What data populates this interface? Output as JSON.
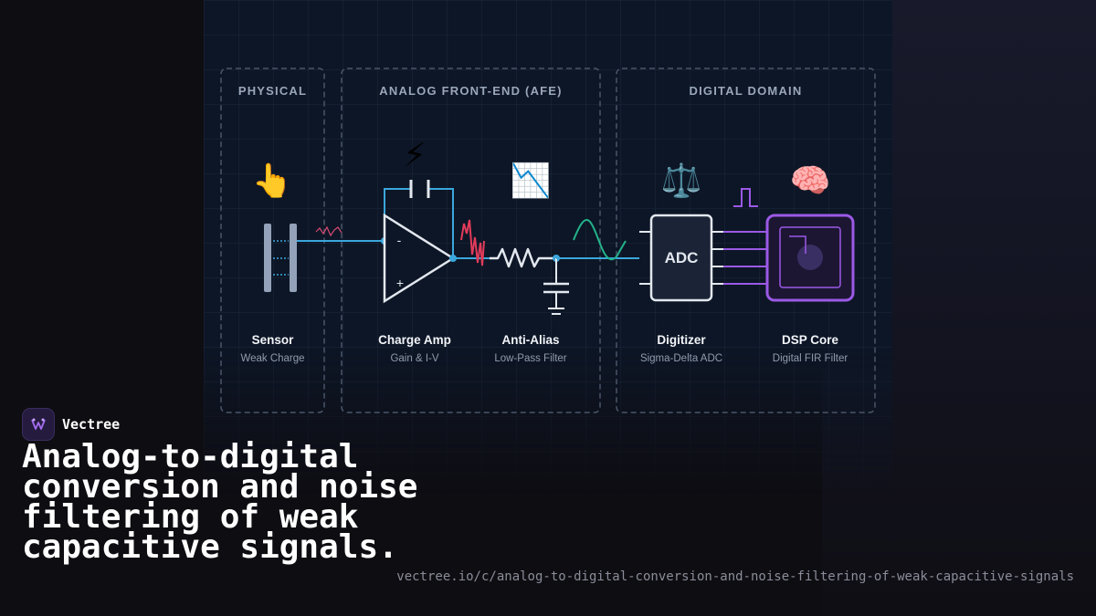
{
  "sections": {
    "physical": "PHYSICAL",
    "afe": "ANALOG FRONT-END (AFE)",
    "digital": "DIGITAL DOMAIN"
  },
  "stages": [
    {
      "label": "Sensor",
      "sublabel": "Weak Charge",
      "icon": "pointing-finger-icon",
      "emoji": "👆"
    },
    {
      "label": "Charge Amp",
      "sublabel": "Gain & I-V",
      "icon": "lightning-icon",
      "emoji": "⚡"
    },
    {
      "label": "Anti-Alias",
      "sublabel": "Low-Pass Filter",
      "icon": "chart-decreasing-icon",
      "emoji": "📉"
    },
    {
      "label": "Digitizer",
      "sublabel": "Sigma-Delta ADC",
      "icon": "balance-scale-icon",
      "emoji": "⚖️"
    },
    {
      "label": "DSP Core",
      "sublabel": "Digital FIR Filter",
      "icon": "brain-icon",
      "emoji": "🧠"
    }
  ],
  "opamp": {
    "minus": "-",
    "plus": "+"
  },
  "adc_text": "ADC",
  "brand": {
    "name": "Vectree"
  },
  "headline": "Analog-to-digital conversion and noise filtering of weak capacitive signals.",
  "url": "vectree.io/c/analog-to-digital-conversion-and-noise-filtering-of-weak-capacitive-signals",
  "colors": {
    "background": "#0e0d12",
    "panel": "#0d1626",
    "wire": "#3ba7dc",
    "noise": "#e23b5a",
    "sine": "#22b38a",
    "digital": "#9b59e6",
    "component": "#e3e8ef"
  }
}
